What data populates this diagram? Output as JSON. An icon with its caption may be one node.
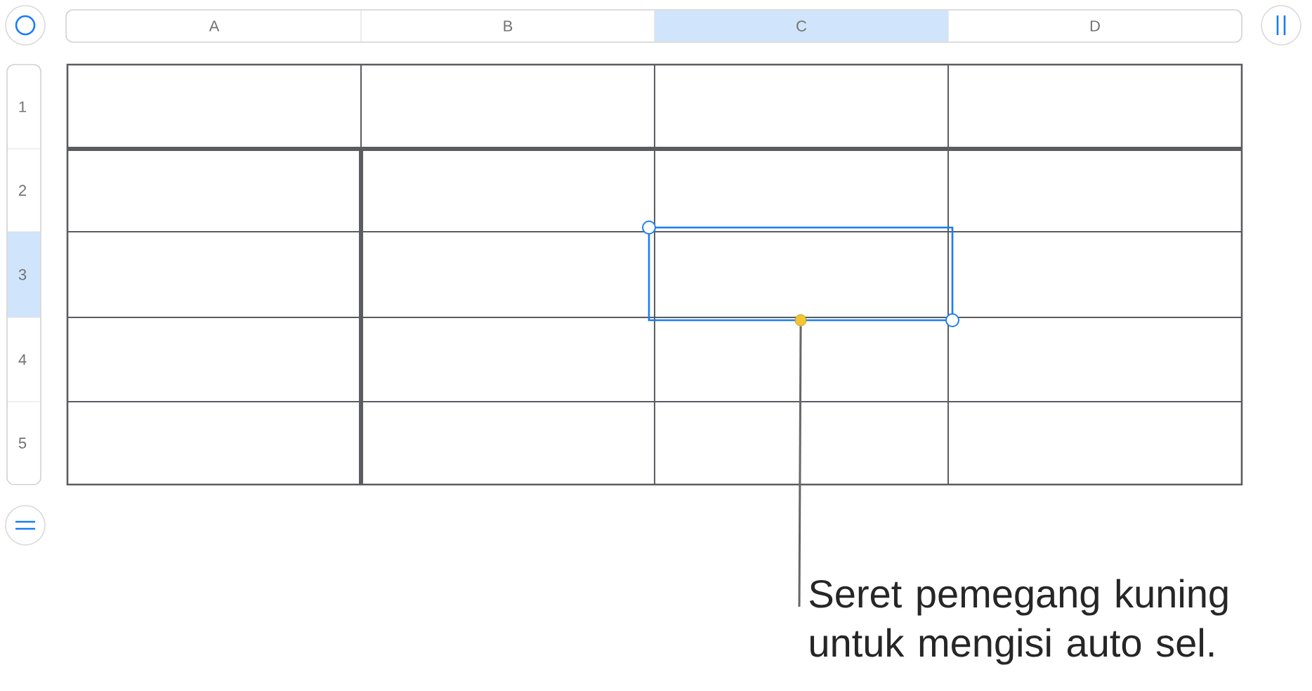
{
  "diagram": {
    "nodes": [
      {
        "text": [
          "Seret pemegang kuning untuk mengisi auto sel."
        ]
      },
      {
        "text": [],
        "shape": "circle"
      }
    ],
    "edges": [
      {
        "from": 0,
        "to": 1,
        "arrow": "none"
      }
    ],
    "labels": [
      "A",
      "B",
      "C",
      "D",
      "1",
      "2",
      "3",
      "4",
      "5"
    ]
  }
}
